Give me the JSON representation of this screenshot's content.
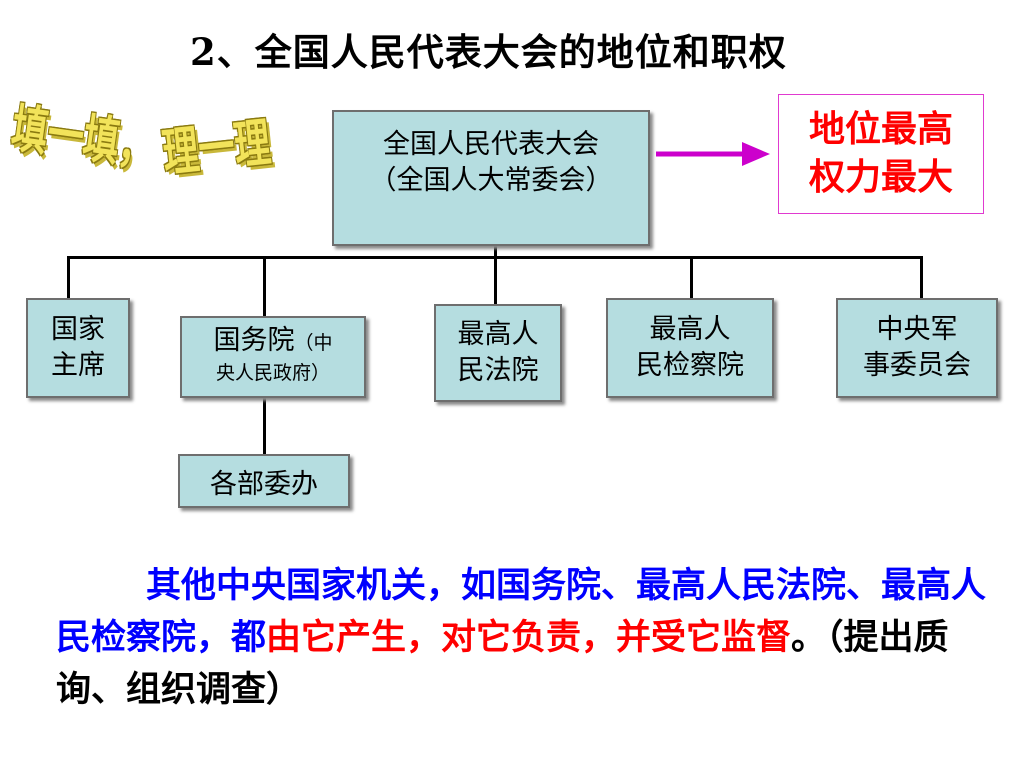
{
  "title": "2、全国人民代表大会的地位和职权",
  "decorative": {
    "text_1": "填一填，",
    "text_2": "理一理"
  },
  "diagram": {
    "top_node": {
      "line1": "全国人民代表大会",
      "line2": "（全国人大常委会）"
    },
    "status_box": {
      "line1": "地位最高",
      "line2": "权力最大"
    },
    "president": {
      "line1": "国家",
      "line2": "主席"
    },
    "state_council": {
      "line1_main": "国务院",
      "line1_small": "（中",
      "line2": "央人民政府）"
    },
    "supreme_court": {
      "line1": "最高人",
      "line2": "民法院"
    },
    "procuratorate": {
      "line1": "最高人",
      "line2": "民检察院"
    },
    "military_commission": {
      "line1": "中央军",
      "line2": "事委员会"
    },
    "ministries": {
      "label": "各部委办"
    }
  },
  "paragraph": {
    "part1": "其他中央国家机关，如国务院、最高人民法院、最高人民检察院，都",
    "part2": "由它产生，对它负责，并受它监督",
    "part3": "。（提出质询、组织调查）"
  },
  "colors": {
    "node_fill": "#b5dde0",
    "arrow": "#cc00cc",
    "highlight_red": "#ff0000",
    "highlight_blue": "#0000ff"
  }
}
